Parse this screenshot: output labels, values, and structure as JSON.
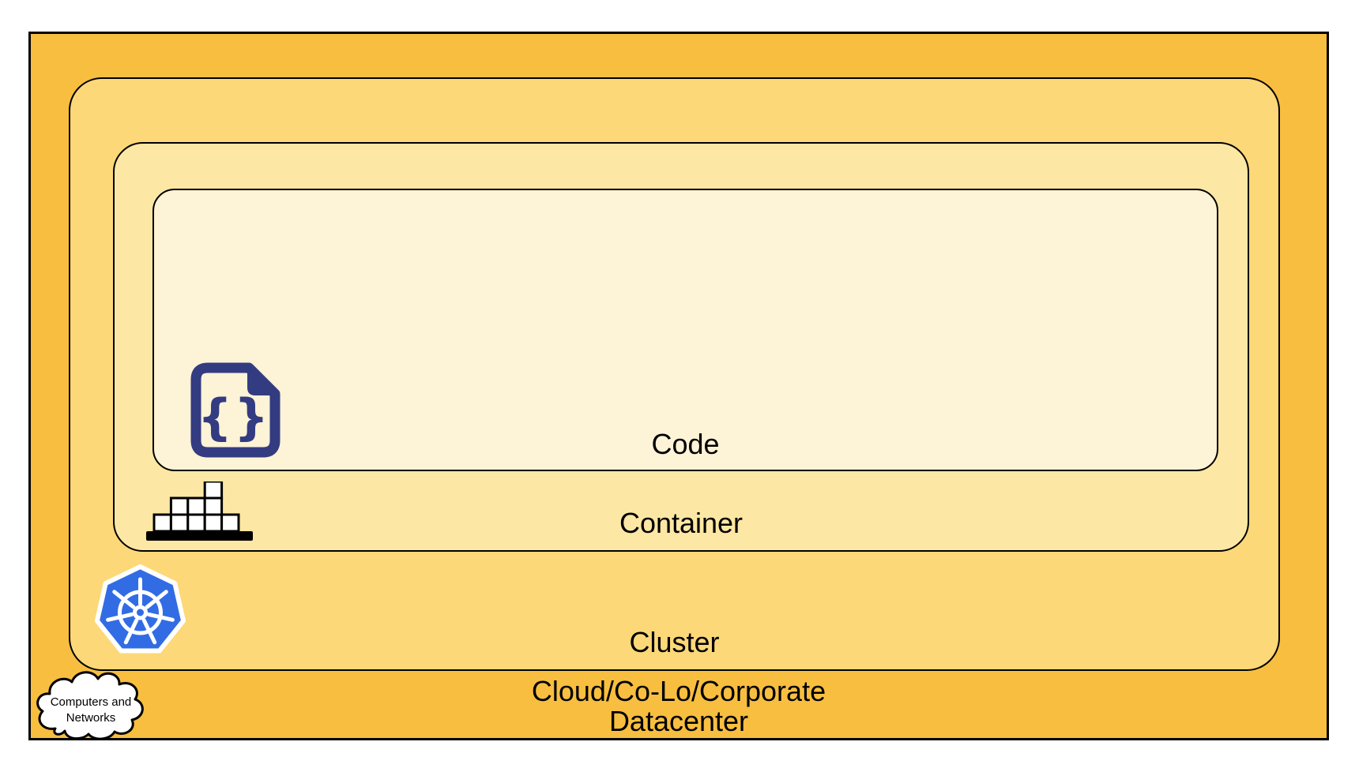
{
  "diagram": {
    "title": "Nested cloud-native layers diagram",
    "layers": {
      "code": {
        "label": "Code",
        "fill": "#FDF3D6"
      },
      "container": {
        "label": "Container",
        "fill": "#FDE7A4"
      },
      "cluster": {
        "label": "Cluster",
        "fill": "#FCD878"
      },
      "datacenter": {
        "label_line1": "Cloud/Co-Lo/Corporate",
        "label_line2": "Datacenter",
        "fill": "#F7BE40"
      }
    },
    "cloud_note": {
      "line1": "Computers and",
      "line2": "Networks"
    },
    "icons": {
      "code": "code-file-braces-icon",
      "container": "stacked-container-boxes-icon",
      "cluster": "kubernetes-helm-wheel-icon",
      "datacenter": "cloud-shape-icon"
    },
    "colors": {
      "border": "#000000",
      "kubernetes_blue": "#326CE5",
      "code_icon_navy": "#333B81",
      "icon_white": "#FFFFFF",
      "outer_fill": "#F7BE40",
      "cluster_fill": "#FCD878",
      "container_fill": "#FDE7A4",
      "code_fill": "#FDF3D6"
    }
  }
}
